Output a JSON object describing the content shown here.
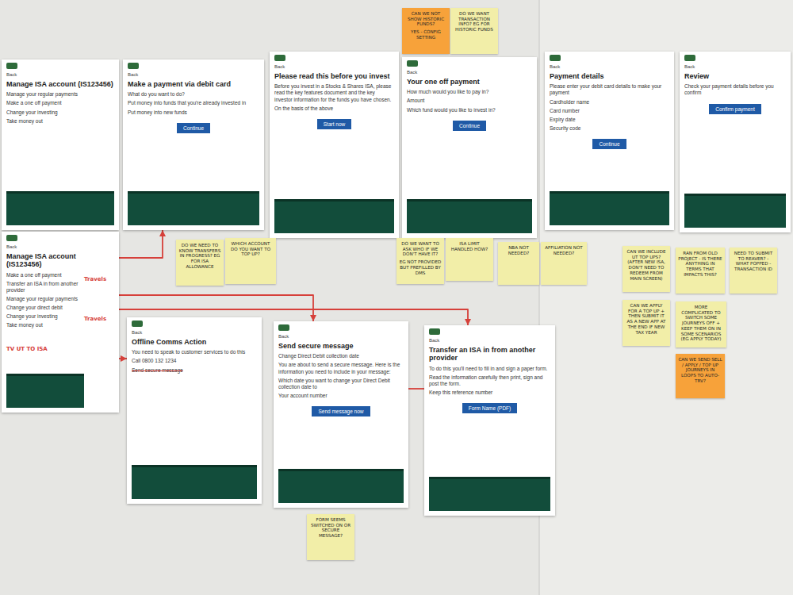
{
  "diagram": {
    "nodes": [
      {
        "text": [
          "Back",
          "Manage ISA account (IS123456)",
          "Manage your regular payments",
          "Make a one off payment",
          "Change your investing",
          "Take money out"
        ]
      },
      {
        "text": [
          "Back",
          "Make a payment via debit card",
          "What do you want to do?",
          "Put money into funds that you're already invested in",
          "Put money into new funds"
        ]
      },
      {
        "text": [
          "Continue"
        ],
        "in": 1
      },
      {
        "text": [
          "Back",
          "Please read this before you invest",
          "Before you invest in a Stocks & Shares ISA, please read the key features document and the key investor information for the funds you have chosen.",
          "On the basis of the above"
        ]
      },
      {
        "text": [
          "Start now"
        ],
        "in": 3
      },
      {
        "text": [
          "Back",
          "Your one off payment",
          "How much would you like to pay in?",
          "Amount",
          "Which fund would you like to invest in?"
        ]
      },
      {
        "text": [
          "Continue"
        ],
        "in": 5
      },
      {
        "text": [
          "Back",
          "Payment details",
          "Please enter your debit card details to make your payment",
          "Cardholder name",
          "Card number",
          "Expiry date",
          "Security code"
        ]
      },
      {
        "text": [
          "Continue"
        ],
        "in": 7
      },
      {
        "text": [
          "Back",
          "Review",
          "Check your payment details before you confirm"
        ]
      },
      {
        "text": [
          "Confirm payment"
        ],
        "in": 9
      },
      {
        "text": [
          "Back",
          "Manage ISA account (IS123456)",
          "Make a one off payment",
          "Transfer an ISA in from another provider",
          "Manage your regular payments",
          "Change your direct debit",
          "Change your investing",
          "Take money out"
        ]
      },
      {
        "text": [
          "Back",
          "Offline Comms Action",
          "You need to speak to customer services to do this",
          "Call 0800 132 1234",
          "Send secure message"
        ]
      },
      {
        "text": [
          "Back",
          "Send secure message",
          "Change Direct Debit collection date",
          "You are about to send a secure message. Here is the information you need to include in your message:",
          "Which date you want to change your Direct Debit collection date to",
          "Your account number"
        ]
      },
      {
        "text": [
          "Send message now"
        ],
        "in": 13
      },
      {
        "text": [
          "Back",
          "Transfer an ISA in from another provider",
          "To do this you'll need to fill in and sign a paper form.",
          "Read the information carefully then print, sign and post the form.",
          "Keep this reference number"
        ]
      },
      {
        "text": [
          "Form Name (PDF)"
        ],
        "in": 15
      },
      {
        "text": [
          "CAN WE NOT SHOW HISTORIC FUNDS?",
          "YES - CONFIG SETTING"
        ]
      },
      {
        "text": [
          "DO WE WANT TRANSACTION INFO? EG FOR HISTORIC FUNDS"
        ]
      },
      {
        "text": [
          "DO WE NEED TO KNOW TRANSFERS IN PROGRESS? EG FOR ISA ALLOWANCE"
        ]
      },
      {
        "text": [
          "WHICH ACCOUNT DO YOU WANT TO TOP UP?"
        ]
      },
      {
        "text": [
          "DO WE WANT TO ASK WHO IF WE DON'T HAVE IT?",
          "EG NOT PROVIDED BUT PREFILLED BY DMS"
        ]
      },
      {
        "text": [
          "ISA LIMIT HANDLED HOW?"
        ]
      },
      {
        "text": [
          "NBA NOT NEEDED?"
        ]
      },
      {
        "text": [
          "AFFILIATION NOT NEEDED?"
        ]
      },
      {
        "text": [
          "CAN WE INCLUDE UT TOP UPS? (AFTER NEW ISA, DON'T NEED TO REDEEM FROM MAIN SCREEN)"
        ]
      },
      {
        "text": [
          "RAN FROM OLD PROJECT - IS THERE ANYTHING IN TERMS THAT IMPACTS THIS?"
        ]
      },
      {
        "text": [
          "NEED TO SUBMIT TO REAVER? - WHAT POPPED - TRANSACTION ID"
        ]
      },
      {
        "text": [
          "CAN WE APPLY FOR A TOP UP + THEN SUBMIT IT AS A NEW APP AT THE END IF NEW TAX YEAR"
        ]
      },
      {
        "text": [
          "MORE COMPLICATED TO SWITCH SOME JOURNEYS OFF + KEEP THEM ON IN SOME SCENARIOS (EG APPLY TODAY)"
        ]
      },
      {
        "text": [
          "CAN WE SEND SELL / APPLY / TOP UP JOURNEYS IN LOOPS TO AUTO-TRV?"
        ]
      },
      {
        "text": [
          "FORM SEEMS SWITCHED ON OR SECURE MESSAGE?"
        ]
      }
    ],
    "edges": [
      {
        "from": 11,
        "to": 1,
        "arrow": "to"
      },
      {
        "from": 11,
        "to": 13,
        "arrow": "to"
      },
      {
        "from": 11,
        "to": 15,
        "arrow": "to"
      },
      {
        "from": 11,
        "to": 12,
        "arrow": "to"
      },
      {
        "from": 13,
        "to": 15,
        "arrow": "none"
      }
    ],
    "labels": [
      "Travels",
      "Travels",
      "TV UT TO ISA"
    ]
  }
}
